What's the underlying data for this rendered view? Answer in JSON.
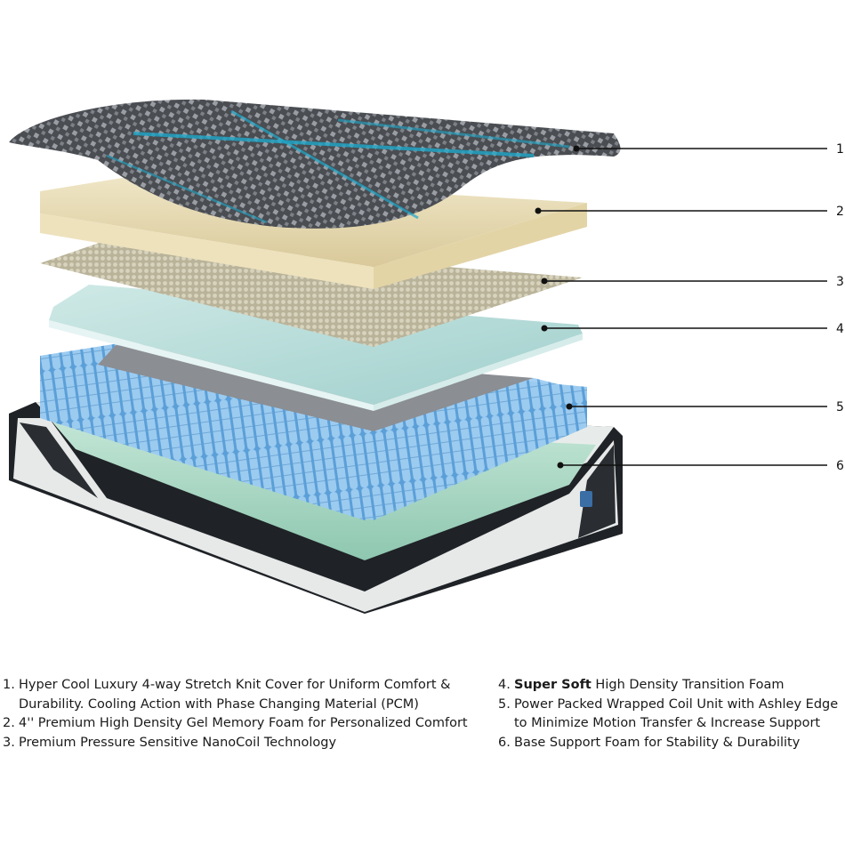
{
  "callouts": [
    "1",
    "2",
    "3",
    "4",
    "5",
    "6"
  ],
  "legend": {
    "left": [
      {
        "num": "1.",
        "text": "Hyper Cool Luxury 4-way Stretch Knit Cover for Uniform Comfort & Durability. Cooling Action with Phase Changing Material (PCM)"
      },
      {
        "num": "2.",
        "text": "4'' Premium High Density Gel Memory Foam for Personalized Comfort"
      },
      {
        "num": "3.",
        "text": "Premium Pressure Sensitive NanoCoil Technology"
      }
    ],
    "right": [
      {
        "num": "4.",
        "bold": "Super Soft",
        "text": " High Density Transition Foam"
      },
      {
        "num": "5.",
        "text": "Power Packed Wrapped Coil Unit with Ashley Edge to Minimize Motion Transfer & Increase Support"
      },
      {
        "num": "6.",
        "text": "Base Support Foam for Stability & Durability"
      }
    ]
  },
  "colors": {
    "cover_dark": "#3a3d42",
    "cover_accent": "#1fa7c9",
    "memory_foam": "#e6dab2",
    "nanocoil": "#c9c3a8",
    "transition_foam": "#b9dcd9",
    "coils": "#8fc1ea",
    "base_dark": "#1f2226",
    "base_green": "#a9d6c2"
  }
}
